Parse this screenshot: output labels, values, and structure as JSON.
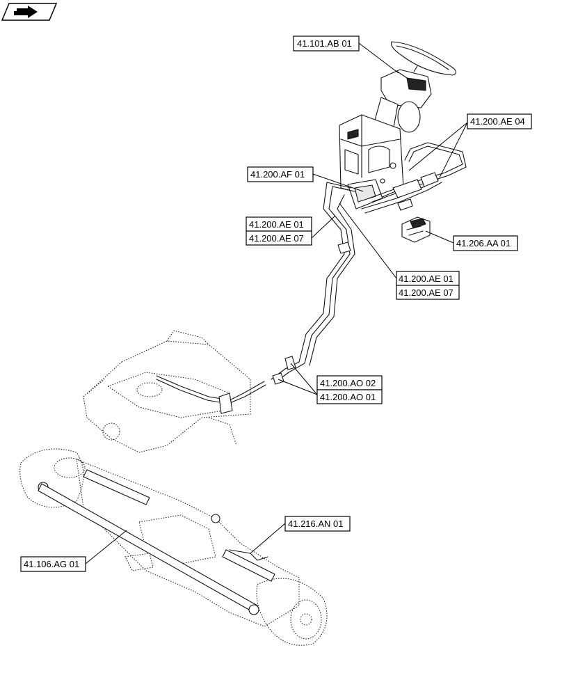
{
  "nav_icon": "next-page-arrow-icon",
  "callouts": {
    "c1": "41.101.AB 01",
    "c2": "41.200.AE 04",
    "c3": "41.200.AF 01",
    "c4a": "41.200.AE 01",
    "c4b": "41.200.AE 07",
    "c5": "41.206.AA 01",
    "c6a": "41.200.AE 01",
    "c6b": "41.200.AE 07",
    "c7a": "41.200.AO 02",
    "c7b": "41.200.AO 01",
    "c8": "41.216.AN 01",
    "c9": "41.106.AG 01"
  }
}
